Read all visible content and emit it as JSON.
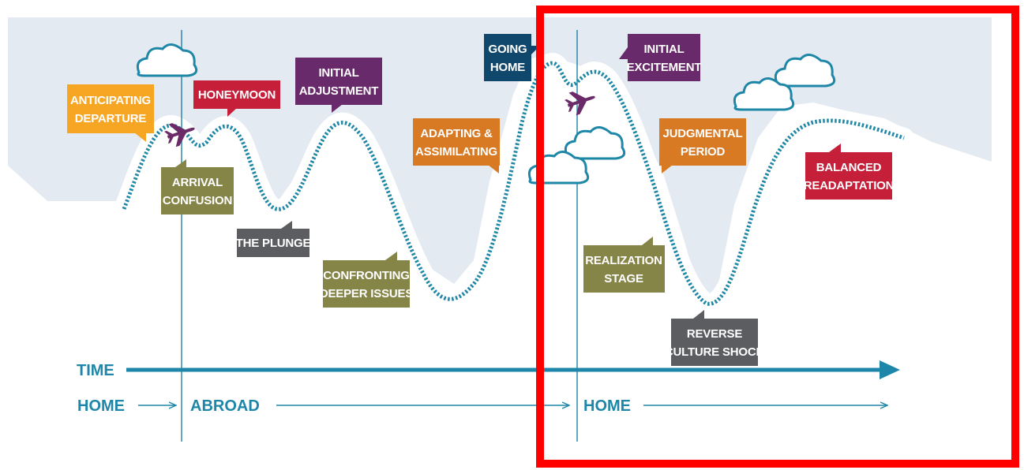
{
  "colors": {
    "sky": "#e4eaf1",
    "curve": "#1f87a6",
    "axis": "#1e86a8",
    "cloud": "#1e87a8",
    "plane": "#6b2a68",
    "highlight": "#ff0000",
    "orange": "#f6a623",
    "red": "#c51f3a",
    "purple": "#692a6b",
    "olive": "#868548",
    "gray": "#5c5d61",
    "burnt": "#d77a23",
    "navy": "#0f486c"
  },
  "labels": [
    {
      "id": "anticipating-departure",
      "line1": "ANTICIPATING",
      "line2": "DEPARTURE",
      "color": "orange"
    },
    {
      "id": "honeymoon",
      "line1": "HONEYMOON",
      "line2": "",
      "color": "red"
    },
    {
      "id": "arrival-confusion",
      "line1": "ARRIVAL",
      "line2": "CONFUSION",
      "color": "olive"
    },
    {
      "id": "initial-adjustment",
      "line1": "INITIAL",
      "line2": "ADJUSTMENT",
      "color": "purple"
    },
    {
      "id": "the-plunge",
      "line1": "THE PLUNGE",
      "line2": "",
      "color": "gray"
    },
    {
      "id": "adapting-assimilating",
      "line1": "ADAPTING &",
      "line2": "ASSIMILATING",
      "color": "burnt"
    },
    {
      "id": "confronting-deeper-issues",
      "line1": "CONFRONTING",
      "line2": "DEEPER ISSUES",
      "color": "olive"
    },
    {
      "id": "going-home",
      "line1": "GOING",
      "line2": "HOME",
      "color": "navy"
    },
    {
      "id": "initial-excitement",
      "line1": "INITIAL",
      "line2": "EXCITEMENT",
      "color": "purple"
    },
    {
      "id": "judgmental-period",
      "line1": "JUDGMENTAL",
      "line2": "PERIOD",
      "color": "burnt"
    },
    {
      "id": "realization-stage",
      "line1": "REALIZATION",
      "line2": "STAGE",
      "color": "olive"
    },
    {
      "id": "balanced-readaptation",
      "line1": "BALANCED",
      "line2": "READAPTATION",
      "color": "red"
    },
    {
      "id": "reverse-culture-shock",
      "line1": "REVERSE",
      "line2": "CULTURE SHOCK",
      "color": "gray"
    }
  ],
  "axis": {
    "time": "TIME",
    "phases": [
      "HOME",
      "ABROAD",
      "HOME"
    ]
  },
  "icons": {
    "cloud": "cloud-icon",
    "plane": "airplane-icon"
  }
}
